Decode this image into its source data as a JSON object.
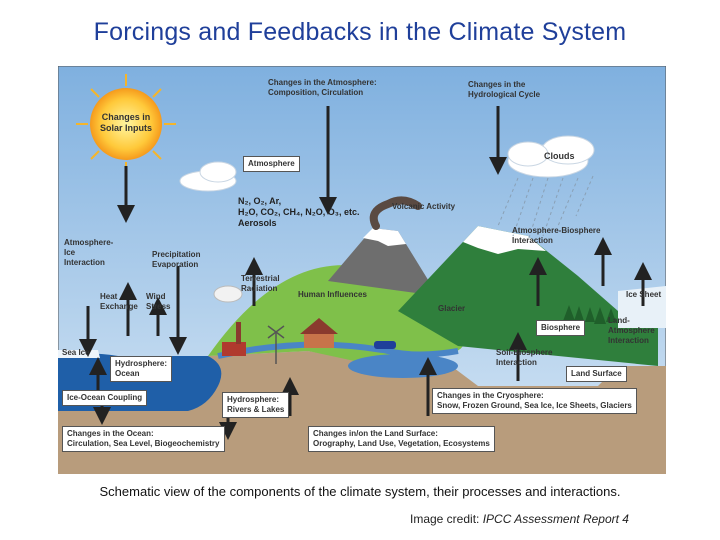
{
  "title": "Forcings and Feedbacks in the Climate System",
  "diagram": {
    "sun_label": "Changes in\nSolar Inputs",
    "boxes": {
      "atmosphere_changes": "Changes in the Atmosphere:\nComposition, Circulation",
      "hydrological_changes": "Changes in the\nHydrological Cycle",
      "atmosphere": "Atmosphere",
      "clouds": "Clouds",
      "gases": "N₂, O₂, Ar,\nH₂O, CO₂, CH₄, N₂O, O₃, etc.\nAerosols",
      "volcanic": "Volcanic Activity",
      "atm_biosphere": "Atmosphere-Biosphere\nInteraction",
      "atm_ice": "Atmosphere-\nIce\nInteraction",
      "precip": "Precipitation\nEvaporation",
      "terrestrial": "Terrestrial\nRadiation",
      "heat": "Heat\nExchange",
      "wind": "Wind\nStress",
      "human": "Human Influences",
      "glacier": "Glacier",
      "ice_sheet": "Ice Sheet",
      "biosphere": "Biosphere",
      "land_atm": "Land-\nAtmosphere\nInteraction",
      "sea_ice": "Sea Ice",
      "hydro_ocean": "Hydrosphere:\nOcean",
      "soil_bio": "Soil-Biosphere\nInteraction",
      "land_surface": "Land Surface",
      "ice_ocean": "Ice-Ocean Coupling",
      "hydro_rivers": "Hydrosphere:\nRivers & Lakes",
      "cryosphere": "Changes in the Cryosphere:\nSnow, Frozen Ground, Sea Ice, Ice Sheets, Glaciers",
      "ocean_changes": "Changes in the Ocean:\nCirculation, Sea Level, Biogeochemistry",
      "land_changes": "Changes in/on the Land Surface:\nOrography, Land Use, Vegetation, Ecosystems"
    }
  },
  "caption": "Schematic view of the components of the climate system, their processes and interactions.",
  "credit_prefix": "Image credit: ",
  "credit_source": "IPCC Assessment Report 4",
  "colors": {
    "title": "#1f3f9a",
    "sky_top": "#7fb0df",
    "sky_bottom": "#d7e7f5",
    "ocean": "#1f5fa8",
    "ground": "#b89c7c",
    "green_hill": "#7fc04a",
    "mountain": "#2f7f3c"
  }
}
